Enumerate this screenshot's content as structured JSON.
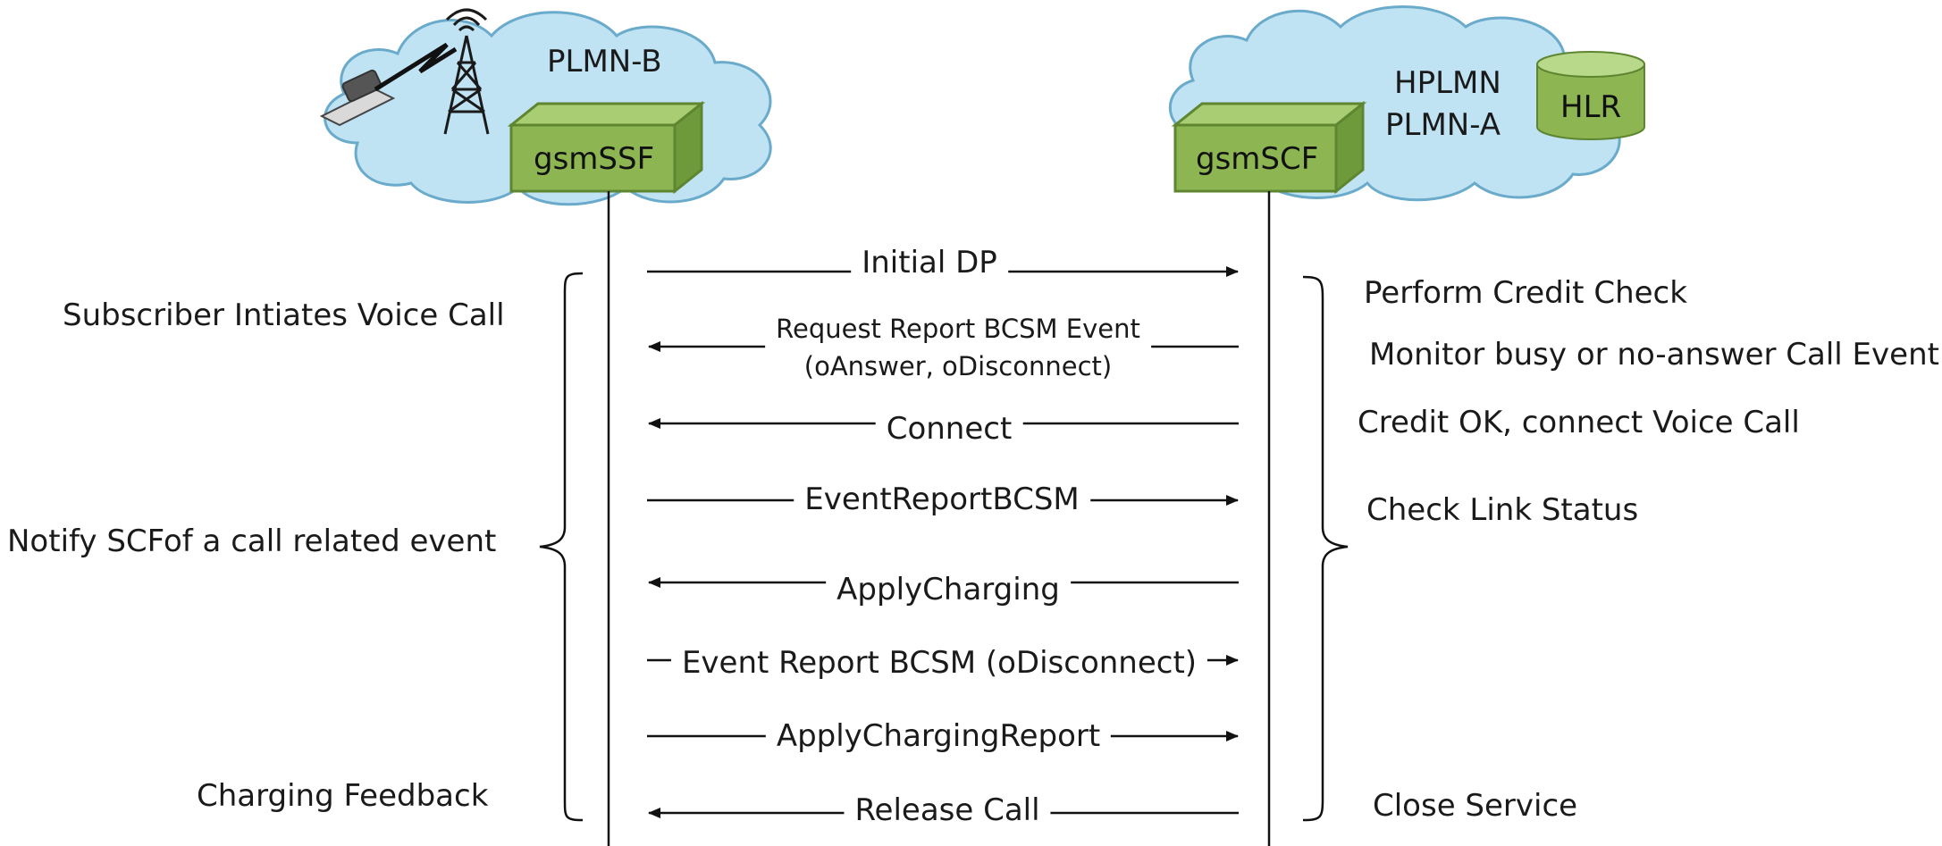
{
  "networks": {
    "left_cloud_label": "PLMN-B",
    "right_cloud_label_line1": "HPLMN",
    "right_cloud_label_line2": "PLMN-A"
  },
  "nodes": {
    "left": "gsmSSF",
    "right": "gsmSCF",
    "database": "HLR"
  },
  "messages": [
    {
      "label": "Initial DP",
      "direction": "to-scf"
    },
    {
      "label": "Request Report BCSM Event",
      "sublabel": "(oAnswer, oDisconnect)",
      "direction": "to-ssf"
    },
    {
      "label": "Connect",
      "direction": "to-ssf"
    },
    {
      "label": "EventReportBCSM",
      "direction": "to-scf"
    },
    {
      "label": "ApplyCharging",
      "direction": "to-ssf"
    },
    {
      "label": "Event Report BCSM (oDisconnect)",
      "direction": "to-scf"
    },
    {
      "label": "ApplyChargingReport",
      "direction": "to-scf"
    },
    {
      "label": "Release Call",
      "direction": "to-ssf"
    }
  ],
  "left_notes": [
    "Subscriber Intiates Voice Call",
    "Notify SCFof a call related event",
    "Charging Feedback"
  ],
  "right_notes": [
    "Perform Credit Check",
    "Monitor busy or no-answer Call Event",
    "Credit OK, connect Voice Call",
    "Check Link Status",
    "Close Service"
  ],
  "colors": {
    "cloud_fill": "#bfe3f3",
    "cloud_stroke": "#6aaacb",
    "box_front": "#8db653",
    "box_top": "#a9cd72",
    "box_side": "#6f9a3c",
    "box_stroke": "#5e8530",
    "line": "#111111"
  }
}
